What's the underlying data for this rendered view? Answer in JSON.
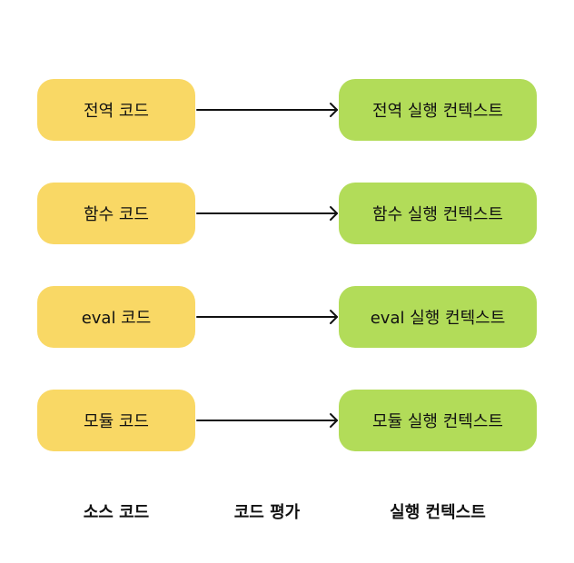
{
  "colors": {
    "source_fill": "#f9d865",
    "context_fill": "#b2dc59",
    "arrow": "#111111"
  },
  "rows": [
    {
      "source": "전역 코드",
      "context": "전역 실행 컨텍스트"
    },
    {
      "source": "함수 코드",
      "context": "함수 실행 컨텍스트"
    },
    {
      "source": "eval 코드",
      "context": "eval 실행 컨텍스트"
    },
    {
      "source": "모듈 코드",
      "context": "모듈 실행 컨텍스트"
    }
  ],
  "footer": {
    "source_label": "소스 코드",
    "evaluation_label": "코드 평가",
    "context_label": "실행 컨텍스트"
  }
}
